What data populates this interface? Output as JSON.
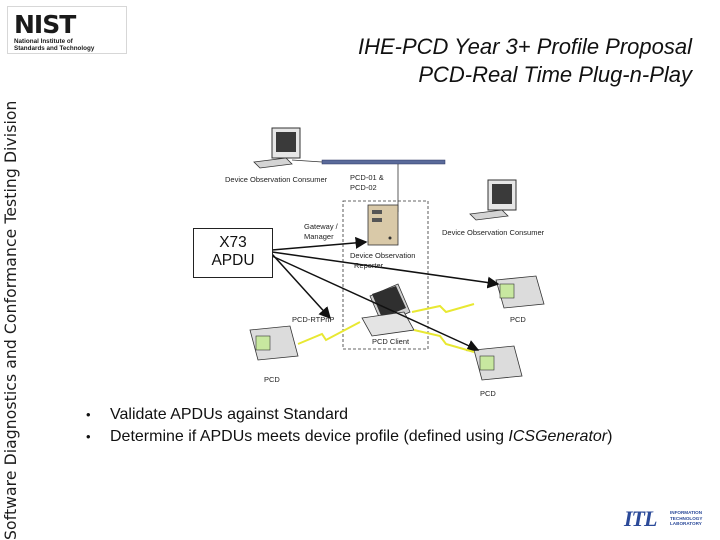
{
  "sidebar": {
    "division": "Software Diagnostics and Conformance Testing Division"
  },
  "logo": {
    "mark": "NIST",
    "subtitle_line1": "National Institute of",
    "subtitle_line2": "Standards and Technology"
  },
  "title": {
    "line1": "IHE-PCD Year 3+ Profile Proposal",
    "line2": "PCD-Real Time Plug-n-Play"
  },
  "diagram": {
    "device_observation_consumer_left": "Device Observation Consumer",
    "pcd_links_line1": "PCD-01 &",
    "pcd_links_line2": "PCD-02",
    "device_observation_consumer_right": "Device Observation Consumer",
    "gateway_manager_line1": "Gateway /",
    "gateway_manager_line2": "Manager",
    "device_observation_reporter_line1": "Device Observation",
    "device_observation_reporter_line2": "Reporter",
    "pcd_rtpnp": "PCD-RTPnP",
    "pcd_right": "PCD",
    "pcd_client": "PCD Client",
    "pcd_left": "PCD",
    "pcd_bottom": "PCD"
  },
  "callout": {
    "line1": "X73",
    "line2": "APDU"
  },
  "bullets": [
    {
      "text": "Validate APDUs against Standard",
      "em": "",
      "tail": ""
    },
    {
      "text": "Determine if APDUs meets device profile (defined using ",
      "em": "ICSGenerator",
      "tail": ")"
    }
  ],
  "footer_logo": {
    "mark": "ITL",
    "sub_line1": "INFORMATION",
    "sub_line2": "TECHNOLOGY",
    "sub_line3": "LABORATORY"
  },
  "colors": {
    "itl_blue": "#2b4a99",
    "lightning": "#e8e832",
    "device_green": "#c8e8a0"
  }
}
